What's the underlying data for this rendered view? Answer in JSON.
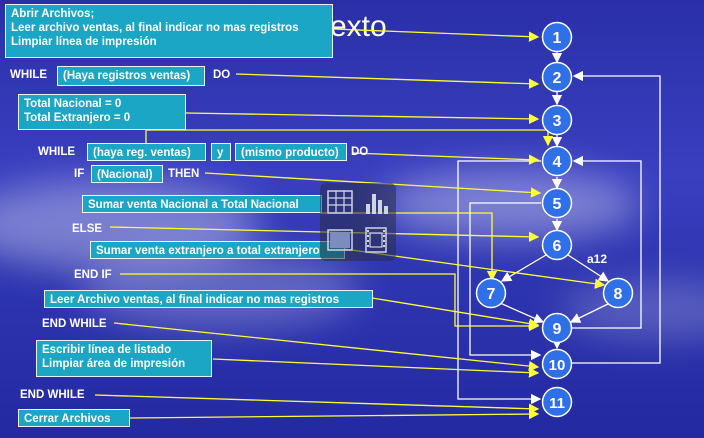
{
  "title": "exto",
  "boxes": {
    "open_files": [
      "Abrir Archivos;",
      "Leer archivo ventas, al final indicar no mas registros",
      "Limpiar línea de impresión"
    ],
    "while1_kw": "WHILE",
    "while1_cond": "(Haya registros ventas)",
    "while1_do": "DO",
    "totals": [
      "Total Nacional = 0",
      "Total Extranjero = 0"
    ],
    "while2_kw": "WHILE",
    "while2_cond1": "(haya reg. ventas)",
    "while2_and": "y",
    "while2_cond2": "(mismo producto)",
    "while2_do": "DO",
    "if_kw": "IF",
    "if_cond": "(Nacional)",
    "if_then": "THEN",
    "sum_nat": "Sumar venta Nacional a Total Nacional",
    "else_kw": "ELSE",
    "sum_ext": "Sumar venta extranjero a total extranjero",
    "endif": "END IF",
    "read_sales": "Leer Archivo ventas, al final indicar no mas registros",
    "endwhile1": "END WHILE",
    "write": [
      "Escribir línea de listado",
      "Limpiar área de impresión"
    ],
    "endwhile2": "END WHILE",
    "close": "Cerrar Archivos"
  },
  "graph": {
    "nodes": [
      "1",
      "2",
      "3",
      "4",
      "5",
      "6",
      "7",
      "8",
      "9",
      "10",
      "11"
    ],
    "edge_label": "a12"
  },
  "colors": {
    "box": "#1aa6c4",
    "node": "#2f6fe8",
    "pointer": "#ffff33",
    "edge": "#ffffff"
  }
}
